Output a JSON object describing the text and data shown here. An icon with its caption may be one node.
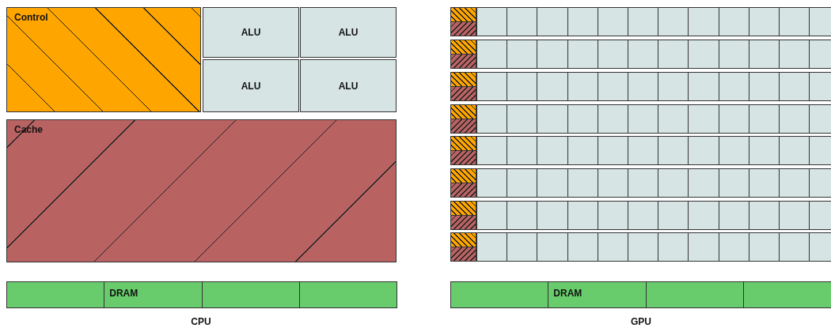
{
  "diagram": {
    "nodes": [
      {
        "text": [
          "Control"
        ]
      },
      {
        "text": [
          "ALU"
        ]
      },
      {
        "text": [
          "ALU"
        ]
      },
      {
        "text": [
          "ALU"
        ]
      },
      {
        "text": [
          "ALU"
        ]
      },
      {
        "text": [
          "Cache"
        ]
      },
      {
        "text": [],
        "shape": "box"
      },
      {
        "text": [
          "DRAM"
        ]
      },
      {
        "text": [],
        "shape": "box"
      },
      {
        "text": [],
        "shape": "box"
      },
      {
        "text": [],
        "shape": "box"
      },
      {
        "text": [],
        "shape": "box"
      },
      {
        "text": [],
        "shape": "box"
      },
      {
        "text": [],
        "shape": "box"
      },
      {
        "text": [],
        "shape": "box"
      },
      {
        "text": [],
        "shape": "box"
      },
      {
        "text": [],
        "shape": "box"
      },
      {
        "text": [],
        "shape": "box"
      },
      {
        "text": [],
        "shape": "box"
      },
      {
        "text": [],
        "shape": "box"
      },
      {
        "text": [],
        "shape": "box"
      },
      {
        "text": [],
        "shape": "box"
      },
      {
        "text": [],
        "shape": "box"
      },
      {
        "text": [],
        "shape": "box"
      },
      {
        "text": [],
        "shape": "box"
      },
      {
        "text": [],
        "shape": "box"
      },
      {
        "text": [],
        "shape": "box"
      },
      {
        "text": [],
        "shape": "box"
      },
      {
        "text": [],
        "shape": "box"
      },
      {
        "text": [],
        "shape": "box"
      },
      {
        "text": [],
        "shape": "box"
      },
      {
        "text": [],
        "shape": "box"
      },
      {
        "text": [],
        "shape": "box"
      },
      {
        "text": [],
        "shape": "box"
      },
      {
        "text": [],
        "shape": "box"
      },
      {
        "text": [],
        "shape": "box"
      },
      {
        "text": [],
        "shape": "box"
      },
      {
        "text": [],
        "shape": "box"
      },
      {
        "text": [],
        "shape": "box"
      },
      {
        "text": [],
        "shape": "box"
      },
      {
        "text": [],
        "shape": "box"
      },
      {
        "text": [],
        "shape": "box"
      },
      {
        "text": [],
        "shape": "box"
      },
      {
        "text": [],
        "shape": "box"
      },
      {
        "text": [],
        "shape": "box"
      },
      {
        "text": [],
        "shape": "box"
      },
      {
        "text": [],
        "shape": "box"
      },
      {
        "text": [],
        "shape": "box"
      },
      {
        "text": [],
        "shape": "box"
      },
      {
        "text": [],
        "shape": "box"
      },
      {
        "text": [],
        "shape": "box"
      },
      {
        "text": [],
        "shape": "box"
      },
      {
        "text": [],
        "shape": "box"
      },
      {
        "text": [],
        "shape": "box"
      },
      {
        "text": [],
        "shape": "box"
      },
      {
        "text": [],
        "shape": "box"
      },
      {
        "text": [],
        "shape": "box"
      },
      {
        "text": [],
        "shape": "box"
      },
      {
        "text": [],
        "shape": "box"
      },
      {
        "text": [],
        "shape": "box"
      },
      {
        "text": [],
        "shape": "box"
      },
      {
        "text": [],
        "shape": "box"
      },
      {
        "text": [],
        "shape": "box"
      },
      {
        "text": [],
        "shape": "box"
      },
      {
        "text": [],
        "shape": "box"
      },
      {
        "text": [],
        "shape": "box"
      },
      {
        "text": [],
        "shape": "box"
      },
      {
        "text": [],
        "shape": "box"
      },
      {
        "text": [],
        "shape": "box"
      },
      {
        "text": [],
        "shape": "box"
      },
      {
        "text": [],
        "shape": "box"
      },
      {
        "text": [],
        "shape": "box"
      },
      {
        "text": [],
        "shape": "box"
      },
      {
        "text": [],
        "shape": "box"
      },
      {
        "text": [],
        "shape": "box"
      },
      {
        "text": [],
        "shape": "box"
      },
      {
        "text": [],
        "shape": "box"
      },
      {
        "text": [],
        "shape": "box"
      },
      {
        "text": [],
        "shape": "box"
      },
      {
        "text": [],
        "shape": "box"
      },
      {
        "text": [],
        "shape": "box"
      },
      {
        "text": [],
        "shape": "box"
      },
      {
        "text": [],
        "shape": "box"
      },
      {
        "text": [],
        "shape": "box"
      },
      {
        "text": [],
        "shape": "box"
      },
      {
        "text": [],
        "shape": "box"
      },
      {
        "text": [],
        "shape": "box"
      },
      {
        "text": [],
        "shape": "box"
      },
      {
        "text": [],
        "shape": "box"
      },
      {
        "text": [],
        "shape": "box"
      },
      {
        "text": [],
        "shape": "box"
      },
      {
        "text": [],
        "shape": "box"
      },
      {
        "text": [],
        "shape": "box"
      },
      {
        "text": [],
        "shape": "box"
      },
      {
        "text": [],
        "shape": "box"
      },
      {
        "text": [],
        "shape": "box"
      },
      {
        "text": [],
        "shape": "box"
      },
      {
        "text": [],
        "shape": "box"
      },
      {
        "text": [],
        "shape": "box"
      },
      {
        "text": [],
        "shape": "box"
      },
      {
        "text": [],
        "shape": "box"
      },
      {
        "text": [],
        "shape": "box"
      },
      {
        "text": [],
        "shape": "box"
      },
      {
        "text": [],
        "shape": "box"
      },
      {
        "text": [],
        "shape": "box"
      },
      {
        "text": [],
        "shape": "box"
      },
      {
        "text": [],
        "shape": "box"
      },
      {
        "text": [],
        "shape": "box"
      },
      {
        "text": [],
        "shape": "box"
      },
      {
        "text": [],
        "shape": "box"
      },
      {
        "text": [],
        "shape": "box"
      },
      {
        "text": [],
        "shape": "box"
      },
      {
        "text": [],
        "shape": "box"
      },
      {
        "text": [],
        "shape": "box"
      },
      {
        "text": [],
        "shape": "box"
      },
      {
        "text": [],
        "shape": "box"
      },
      {
        "text": [],
        "shape": "box"
      },
      {
        "text": [],
        "shape": "box"
      },
      {
        "text": [],
        "shape": "box"
      },
      {
        "text": [],
        "shape": "box"
      },
      {
        "text": [],
        "shape": "box"
      },
      {
        "text": [],
        "shape": "box"
      },
      {
        "text": [],
        "shape": "box"
      },
      {
        "text": [
          "DRAM"
        ]
      },
      {
        "text": [],
        "shape": "box"
      },
      {
        "text": [],
        "shape": "box"
      }
    ],
    "labels": [
      "CPU",
      "GPU"
    ]
  }
}
